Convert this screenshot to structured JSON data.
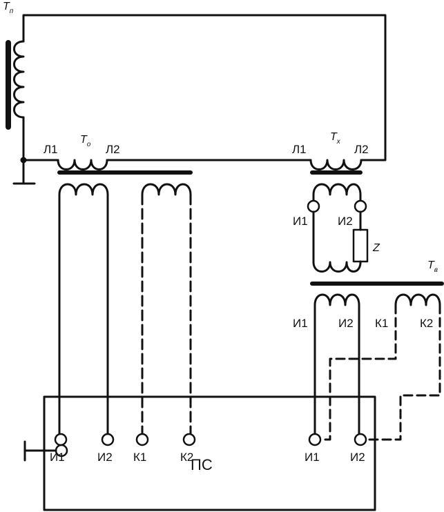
{
  "transformers": {
    "tp": {
      "symbol": "T",
      "subscript": "п"
    },
    "to": {
      "symbol": "T",
      "subscript": "о"
    },
    "tx": {
      "symbol": "T",
      "subscript": "х"
    },
    "tv": {
      "symbol": "T",
      "subscript": "в"
    }
  },
  "primary_terminals": {
    "to_l1": "Л1",
    "to_l2": "Л2",
    "tx_l1": "Л1",
    "tx_l2": "Л2"
  },
  "tx_secondary": {
    "i1": "И1",
    "i2": "И2"
  },
  "load": {
    "label": "Z"
  },
  "tv_secondary": {
    "i1": "И1",
    "i2": "И2",
    "k1": "К1",
    "k2": "К2"
  },
  "ps_device": {
    "label": "ПС",
    "terminals": [
      "И1",
      "И2",
      "К1",
      "К2",
      "И1",
      "И2"
    ]
  },
  "colors": {
    "line": "#111111",
    "background": "#ffffff"
  }
}
